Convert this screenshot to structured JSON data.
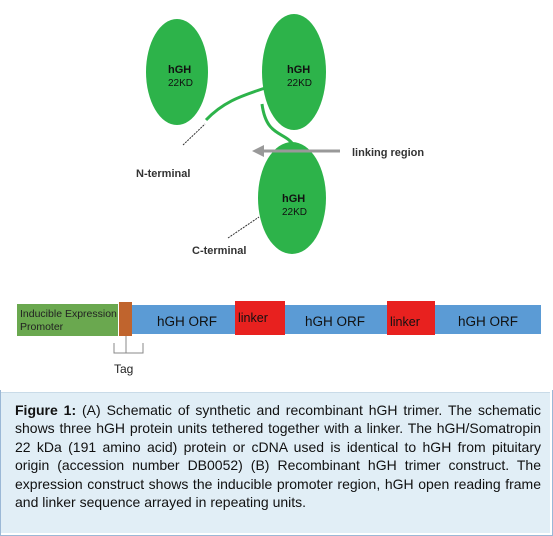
{
  "diagram": {
    "units": [
      {
        "name": "hGH",
        "size": "22KD"
      },
      {
        "name": "hGH",
        "size": "22KD"
      },
      {
        "name": "hGH",
        "size": "22KD"
      }
    ],
    "labels": {
      "n_terminal": "N-terminal",
      "c_terminal": "C-terminal",
      "linking_region": "linking region"
    },
    "construct": {
      "promoter_line1": "Inducible Expression",
      "promoter_line2": "Promoter",
      "orf1": "hGH ORF",
      "linker1": "linker",
      "orf2": "hGH ORF",
      "linker2": "linker",
      "orf3": "hGH ORF",
      "tag": "Tag"
    },
    "colors": {
      "protein": "#2db34a",
      "promoter": "#6aa84f",
      "tag": "#c0642d",
      "orf": "#5b9bd5",
      "linker": "#e8211f"
    }
  },
  "caption": {
    "label": "Figure 1:",
    "text": " (A) Schematic of synthetic and recombinant hGH trimer. The schematic shows three hGH protein units tethered together with a linker. The hGH/Somatropin 22 kDa (191 amino acid) protein or cDNA used is identical to hGH from pituitary origin (accession number DB0052) (B) Recombinant hGH trimer construct. The expression construct shows the inducible promoter region, hGH open reading frame and linker sequence arrayed in repeating units."
  }
}
